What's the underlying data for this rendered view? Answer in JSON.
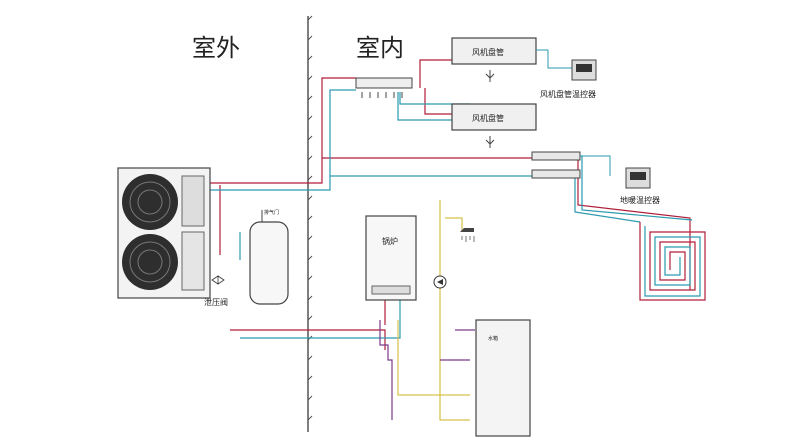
{
  "zones": {
    "outdoor": "室外",
    "indoor": "室内"
  },
  "labels": {
    "fan_coil_1": "风机盘管",
    "fan_coil_2": "风机盘管",
    "fan_coil_thermostat": "风机盘管温控器",
    "floor_heating_thermostat": "地暖温控器",
    "relief_valve": "泄压阀",
    "air_vent": "排气门",
    "boiler": "锅炉",
    "water_tank": "水箱"
  },
  "colors": {
    "supply": "#b01e3a",
    "return": "#2a9ab0",
    "hot_water": "#d6c04a",
    "purple": "#7a3a8a",
    "equipment": "#444444"
  },
  "icons": {
    "shower": "shower-icon",
    "pump": "pump-icon",
    "thermostat": "thermostat-icon"
  }
}
